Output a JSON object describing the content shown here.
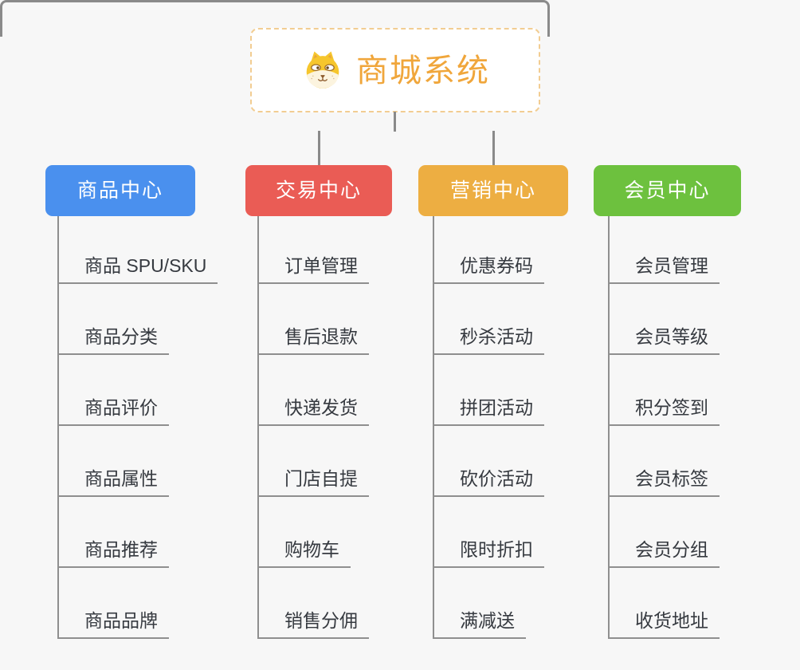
{
  "root": {
    "title": "商城系统",
    "icon": "shiba-dog-icon"
  },
  "colors": {
    "background": "#F7F7F7",
    "connector": "#8A8A8A",
    "root_text": "#F0A63B",
    "root_border": "#F2CD92",
    "leaf_text": "#363A40",
    "branch_product": "#4A90EE",
    "branch_trade": "#EA5C55",
    "branch_marketing": "#EDAE42",
    "branch_member": "#6DC13E"
  },
  "branches": [
    {
      "label": "商品中心",
      "color": "#4A90EE",
      "children": [
        "商品 SPU/SKU",
        "商品分类",
        "商品评价",
        "商品属性",
        "商品推荐",
        "商品品牌"
      ]
    },
    {
      "label": "交易中心",
      "color": "#EA5C55",
      "children": [
        "订单管理",
        "售后退款",
        "快递发货",
        "门店自提",
        "购物车",
        "销售分佣"
      ]
    },
    {
      "label": "营销中心",
      "color": "#EDAE42",
      "children": [
        "优惠券码",
        "秒杀活动",
        "拼团活动",
        "砍价活动",
        "限时折扣",
        "满减送"
      ]
    },
    {
      "label": "会员中心",
      "color": "#6DC13E",
      "children": [
        "会员管理",
        "会员等级",
        "积分签到",
        "会员标签",
        "会员分组",
        "收货地址"
      ]
    }
  ]
}
